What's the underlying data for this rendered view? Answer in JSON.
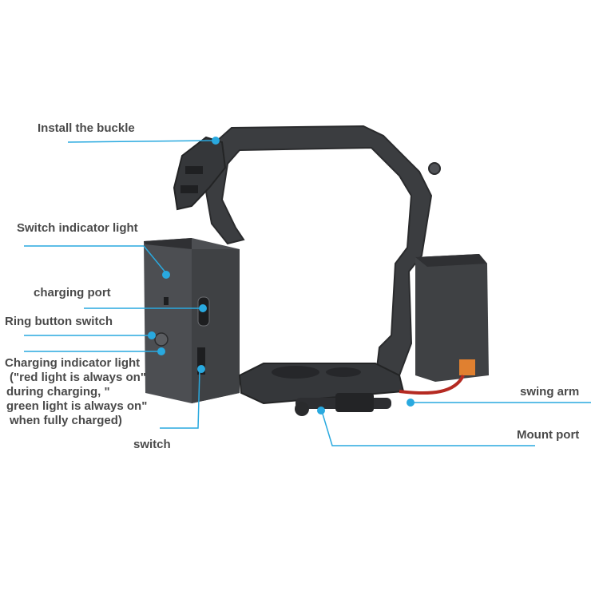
{
  "labels": {
    "install_buckle": "Install the buckle",
    "switch_indicator": "Switch indicator light",
    "charging_port": "charging port",
    "ring_button": "Ring button switch",
    "charging_indicator": [
      "Charging indicator light",
      "(\"red light is always on\"",
      "during charging, \"",
      "green light is always on\"",
      " when fully charged)"
    ],
    "switch": "switch",
    "swing_arm": "swing arm",
    "mount_port": "Mount port"
  },
  "colors": {
    "callout": "#29a9df",
    "device_dark": "#3b3d40",
    "device_mid": "#4c4e52",
    "text": "#4a4a4a"
  }
}
